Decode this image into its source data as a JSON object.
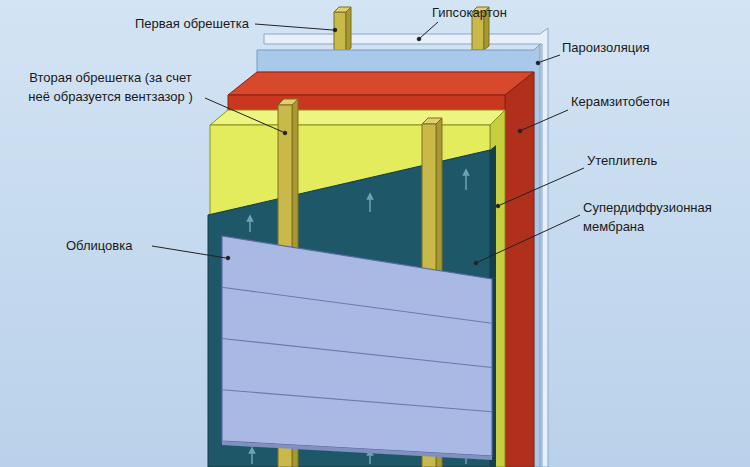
{
  "diagram": {
    "labels": [
      "Первая обрешетка",
      "Гипсокартон",
      "Пароизоляция",
      "Вторая обрешетка (за счет неё образуется вентзазор )",
      "Керамзитобетон",
      "Утеплитель",
      "Супердиффузионная мембрана",
      "Облицовка"
    ]
  }
}
